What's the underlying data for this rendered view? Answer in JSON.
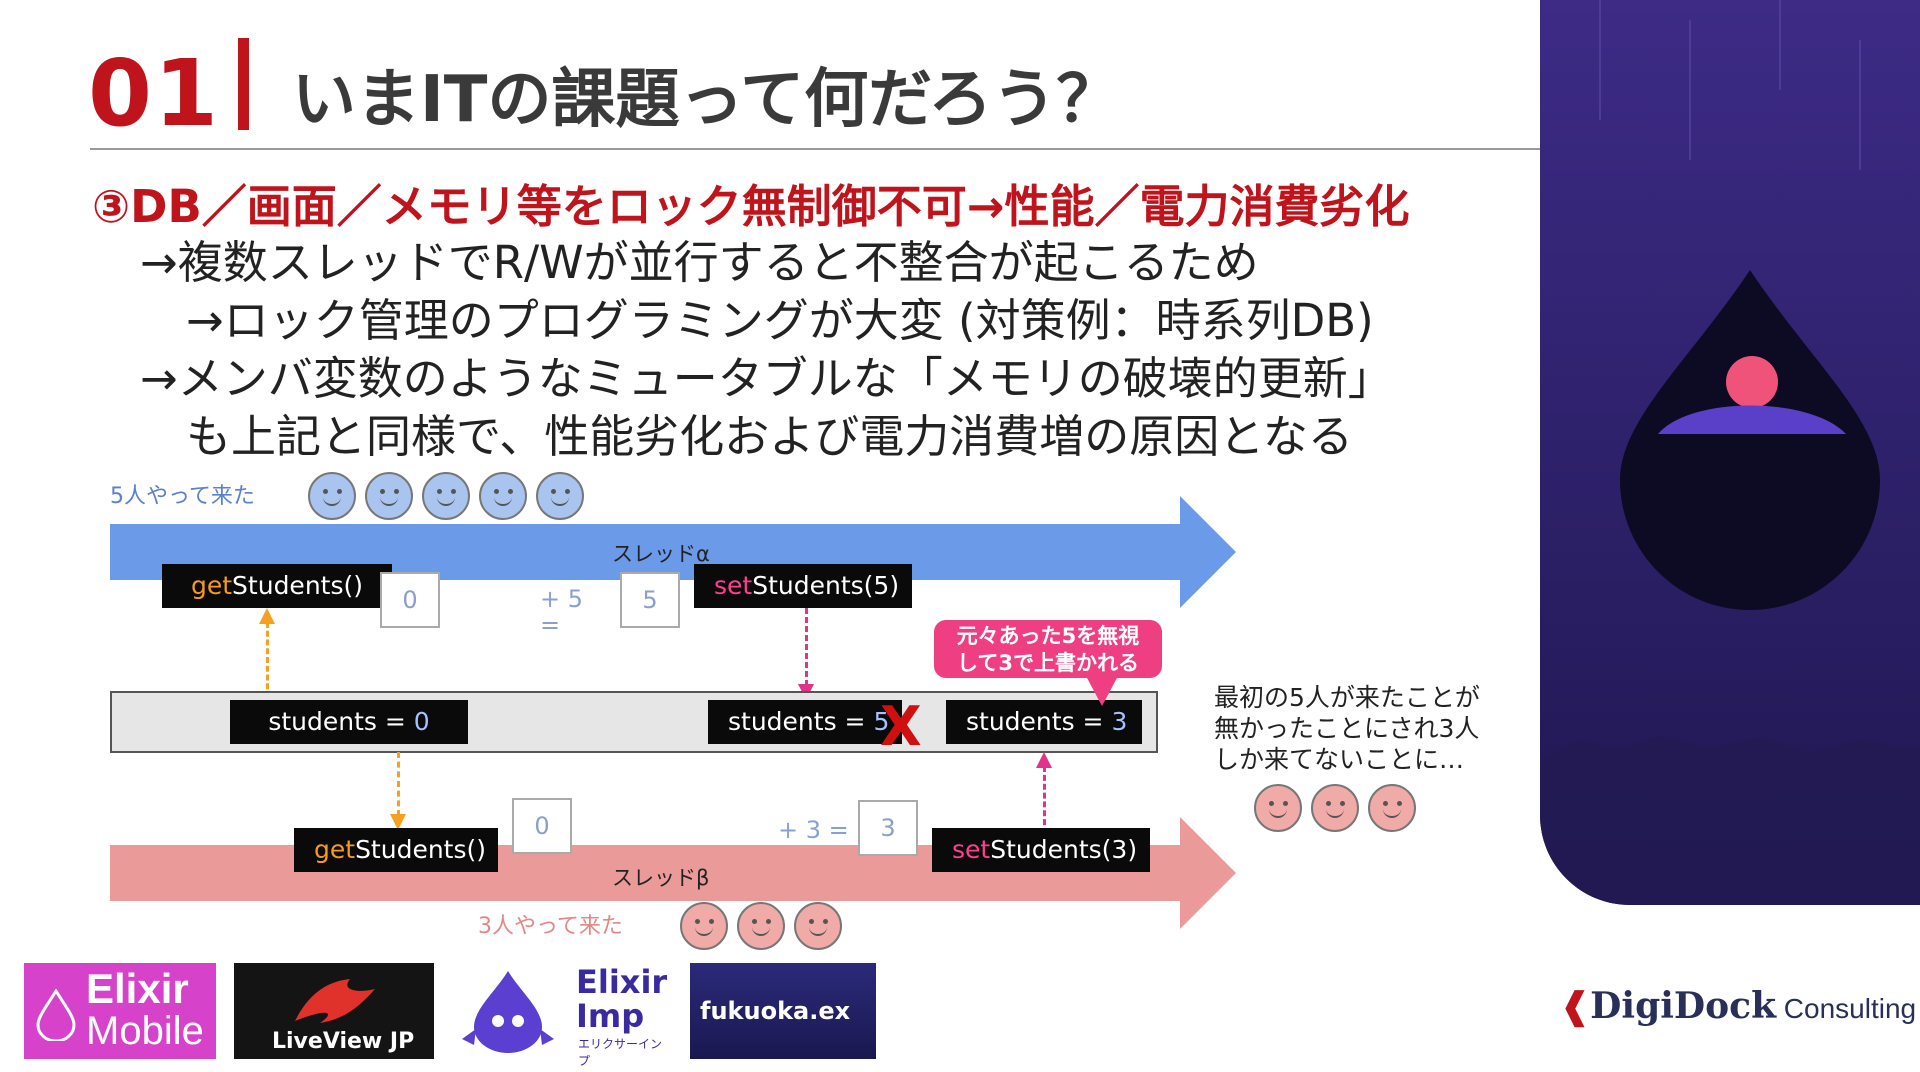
{
  "header": {
    "number": "01",
    "title": "いまITの課題って何だろう？"
  },
  "subtitle": "③DB／画面／メモリ等をロック無制御不可→性能／電力消費劣化",
  "bullets": [
    "→複数スレッドでR/Wが並行すると不整合が起こるため",
    "→ロック管理のプログラミングが大変 (対策例：時系列DB)",
    "→メンバ変数のようなミュータブルな「メモリの破壊的更新」",
    "も上記と同様で、性能劣化および電力消費増の原因となる"
  ],
  "diagram": {
    "top_label": "5人やって来た",
    "bottom_label": "3人やって来た",
    "thread_alpha": "スレッドα",
    "thread_beta": "スレッドβ",
    "get_alpha": {
      "prefix": "get",
      "rest": "Students()"
    },
    "val_alpha_read": "0",
    "op_alpha": "+ 5 =",
    "val_alpha_result": "5",
    "set_alpha": {
      "prefix": "set",
      "rest": "Students(5)"
    },
    "mem_initial": {
      "name": "students = ",
      "value": "0"
    },
    "mem_after_alpha": {
      "name": "students = ",
      "value": "5"
    },
    "mem_final": {
      "name": "students = ",
      "value": "3"
    },
    "x_mark": "X",
    "callout": [
      "元々あった5を無視",
      "して3で上書かれる"
    ],
    "note": "最初の5人が来たことが\n無かったことにされ3人\nしか来てないことに…",
    "get_beta": {
      "prefix": "get",
      "rest": "Students()"
    },
    "val_beta_read": "0",
    "op_beta": "+ 3 =",
    "val_beta_result": "3",
    "set_beta": {
      "prefix": "set",
      "rest": "Students(3)"
    }
  },
  "logos": {
    "elixir_mobile": [
      "Elixir",
      "Mobile"
    ],
    "liveview": "LiveView JP",
    "elixir_imp": [
      "Elixir",
      "Imp",
      "エリクサーインプ"
    ],
    "fukuoka": "fukuoka.ex"
  },
  "brand": {
    "name": "DigiDock",
    "suffix": " Consulting"
  },
  "colors": {
    "accent_red": "#c0141c",
    "thread_blue": "#6b9ae8",
    "thread_red": "#ea9a98",
    "pink": "#ed3f82",
    "side_panel": "#2c1f6a"
  }
}
